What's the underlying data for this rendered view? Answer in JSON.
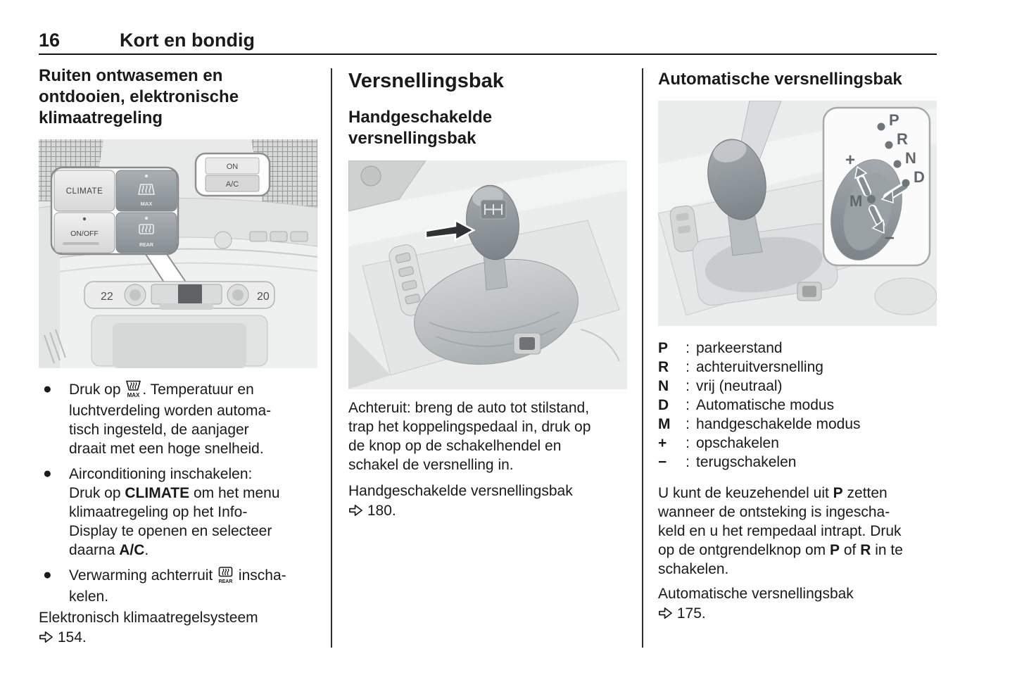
{
  "page": {
    "number": "16",
    "chapter": "Kort en bondig"
  },
  "colors": {
    "text": "#1a1a1a",
    "rule": "#111111",
    "figure_background": "#eceded",
    "dark_button": "#8f969b",
    "light_button": "#e3e3e3"
  },
  "columns": {
    "left": {
      "title_lines": [
        "Ruiten ontwasemen en",
        "ontdooien, elektronische",
        "klimaatregeling"
      ],
      "figure": {
        "name": "climate-controls",
        "climate": "CLIMATE",
        "max": "MAX",
        "onoff": "ON/OFF",
        "rear": "REAR",
        "on": "ON",
        "ac": "A/C",
        "temp_left": "22",
        "temp_right": "20"
      },
      "bullets": [
        [
          [
            {
              "t": "Druk op "
            },
            {
              "icon": "max-defrost"
            },
            {
              "t": ". Temperatuur en"
            }
          ],
          [
            {
              "t": "luchtverdeling worden automa-"
            }
          ],
          [
            {
              "t": "tisch ingesteld, de aanjager"
            }
          ],
          [
            {
              "t": "draait met een hoge snelheid."
            }
          ]
        ],
        [
          [
            {
              "t": "Airconditioning inschakelen:"
            }
          ],
          [
            {
              "t": "Druk op "
            },
            {
              "t": "CLIMATE",
              "b": true
            },
            {
              "t": " om het menu"
            }
          ],
          [
            {
              "t": "klimaatregeling op het Info-"
            }
          ],
          [
            {
              "t": "Display te openen en selecteer"
            }
          ],
          [
            {
              "t": "daarna "
            },
            {
              "t": "A/C",
              "b": true
            },
            {
              "t": "."
            }
          ]
        ],
        [
          [
            {
              "t": "Verwarming achterruit "
            },
            {
              "icon": "rear-defrost"
            },
            {
              "t": " inscha-"
            }
          ],
          [
            {
              "t": "kelen."
            }
          ]
        ]
      ],
      "link": [
        [
          {
            "t": "Elektronisch klimaatregelsysteem"
          }
        ],
        [
          {
            "icon": "page-arrow"
          },
          {
            "t": " 154."
          }
        ]
      ]
    },
    "middle": {
      "title": "Versnellingsbak",
      "subtitle_lines": [
        "Handgeschakelde",
        "versnellingsbak"
      ],
      "figure": {
        "name": "manual-gearbox"
      },
      "paragraph": [
        [
          {
            "t": "Achteruit: breng de auto tot stilstand,"
          }
        ],
        [
          {
            "t": "trap het koppelingspedaal in, druk op"
          }
        ],
        [
          {
            "t": "de knop op de schakelhendel en"
          }
        ],
        [
          {
            "t": "schakel de versnelling in."
          }
        ]
      ],
      "link": [
        [
          {
            "t": "Handgeschakelde versnellingsbak"
          }
        ],
        [
          {
            "icon": "page-arrow"
          },
          {
            "t": " 180."
          }
        ]
      ]
    },
    "right": {
      "title": "Automatische versnellingsbak",
      "figure": {
        "name": "automatic-gearbox",
        "pos_p": "P",
        "pos_r": "R",
        "pos_n": "N",
        "pos_d": "D",
        "pos_m": "M",
        "pos_up": "+",
        "pos_down": "−"
      },
      "legend": [
        {
          "key": "P",
          "colon": ":",
          "desc": "parkeerstand"
        },
        {
          "key": "R",
          "colon": ":",
          "desc": "achteruitversnelling"
        },
        {
          "key": "N",
          "colon": ":",
          "desc": "vrij (neutraal)"
        },
        {
          "key": "D",
          "colon": ":",
          "desc": "Automatische modus"
        },
        {
          "key": "M",
          "colon": ":",
          "desc": "handgeschakelde modus"
        },
        {
          "key": "+",
          "colon": ":",
          "desc": "opschakelen"
        },
        {
          "key": "−",
          "colon": ":",
          "desc": "terugschakelen"
        }
      ],
      "paragraph": [
        [
          {
            "t": "U kunt de keuzehendel uit "
          },
          {
            "t": "P",
            "b": true
          },
          {
            "t": " zetten"
          }
        ],
        [
          {
            "t": "wanneer de ontsteking is ingescha-"
          }
        ],
        [
          {
            "t": "keld en u het rempedaal intrapt. Druk"
          }
        ],
        [
          {
            "t": "op de ontgrendelknop om "
          },
          {
            "t": "P",
            "b": true
          },
          {
            "t": " of "
          },
          {
            "t": "R",
            "b": true
          },
          {
            "t": " in te"
          }
        ],
        [
          {
            "t": "schakelen."
          }
        ]
      ],
      "link": [
        [
          {
            "t": "Automatische versnellingsbak"
          }
        ],
        [
          {
            "icon": "page-arrow"
          },
          {
            "t": " 175."
          }
        ]
      ]
    }
  }
}
